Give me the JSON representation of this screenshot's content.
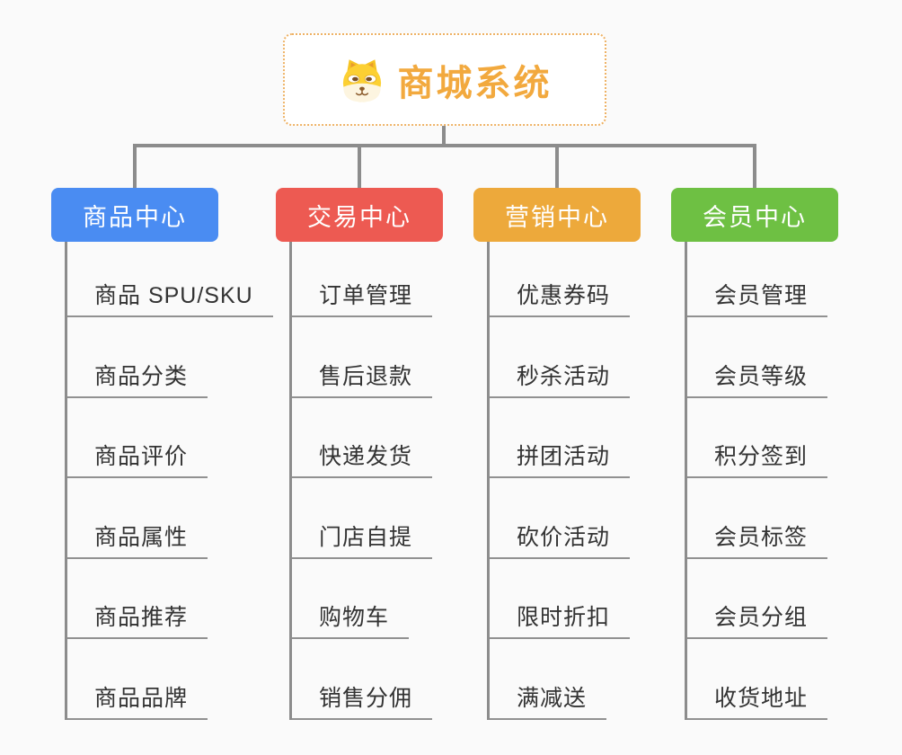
{
  "root": {
    "title": "商城系统",
    "icon": "shiba-dog-icon"
  },
  "branches": [
    {
      "label": "商品中心",
      "color": "#4a8cf2",
      "items": [
        "商品 SPU/SKU",
        "商品分类",
        "商品评价",
        "商品属性",
        "商品推荐",
        "商品品牌"
      ]
    },
    {
      "label": "交易中心",
      "color": "#ed5a52",
      "items": [
        "订单管理",
        "售后退款",
        "快递发货",
        "门店自提",
        "购物车",
        "销售分佣"
      ]
    },
    {
      "label": "营销中心",
      "color": "#eda93b",
      "items": [
        "优惠券码",
        "秒杀活动",
        "拼团活动",
        "砍价活动",
        "限时折扣",
        "满减送"
      ]
    },
    {
      "label": "会员中心",
      "color": "#6ec043",
      "items": [
        "会员管理",
        "会员等级",
        "积分签到",
        "会员标签",
        "会员分组",
        "收货地址"
      ]
    }
  ],
  "colors": {
    "background": "#fafafa",
    "connector": "#8c8c8c",
    "leaf_underline": "#919191",
    "leaf_text": "#333333",
    "root_border": "#eeb265",
    "root_title": "#f2a93e"
  }
}
